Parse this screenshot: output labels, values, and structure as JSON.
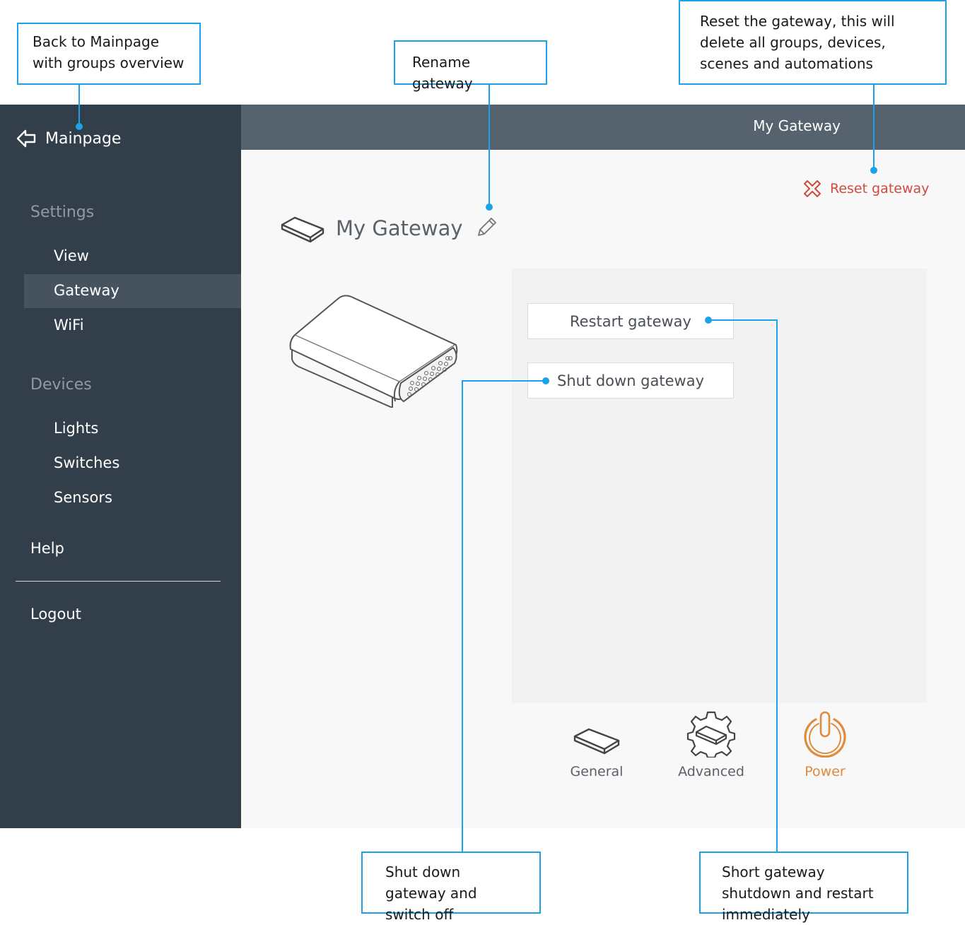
{
  "callouts": {
    "back": "Back to Mainpage with groups overview",
    "rename": "Rename gateway",
    "reset": "Reset the gateway, this will delete all groups, devices, scenes and automations",
    "shutdown": "Shut down gateway and switch off",
    "restart": "Short gateway shutdown and restart immediately"
  },
  "sidebar": {
    "back_label": "Mainpage",
    "settings_heading": "Settings",
    "settings_items": [
      "View",
      "Gateway",
      "WiFi"
    ],
    "devices_heading": "Devices",
    "devices_items": [
      "Lights",
      "Switches",
      "Sensors"
    ],
    "help": "Help",
    "logout": "Logout"
  },
  "header": {
    "title": "My Gateway"
  },
  "main": {
    "reset_label": "Reset gateway",
    "gateway_name": "My Gateway",
    "restart_button": "Restart gateway",
    "shutdown_button": "Shut down gateway"
  },
  "tabs": [
    {
      "label": "General",
      "icon": "gateway-icon"
    },
    {
      "label": "Advanced",
      "icon": "gear-gateway-icon"
    },
    {
      "label": "Power",
      "icon": "power-icon",
      "active": true
    }
  ],
  "colors": {
    "sidebar": "#323e4a",
    "topbar": "#56626d",
    "accent_callout": "#1aa3e8",
    "reset": "#cf4b3c",
    "power_active": "#e08a3c"
  }
}
